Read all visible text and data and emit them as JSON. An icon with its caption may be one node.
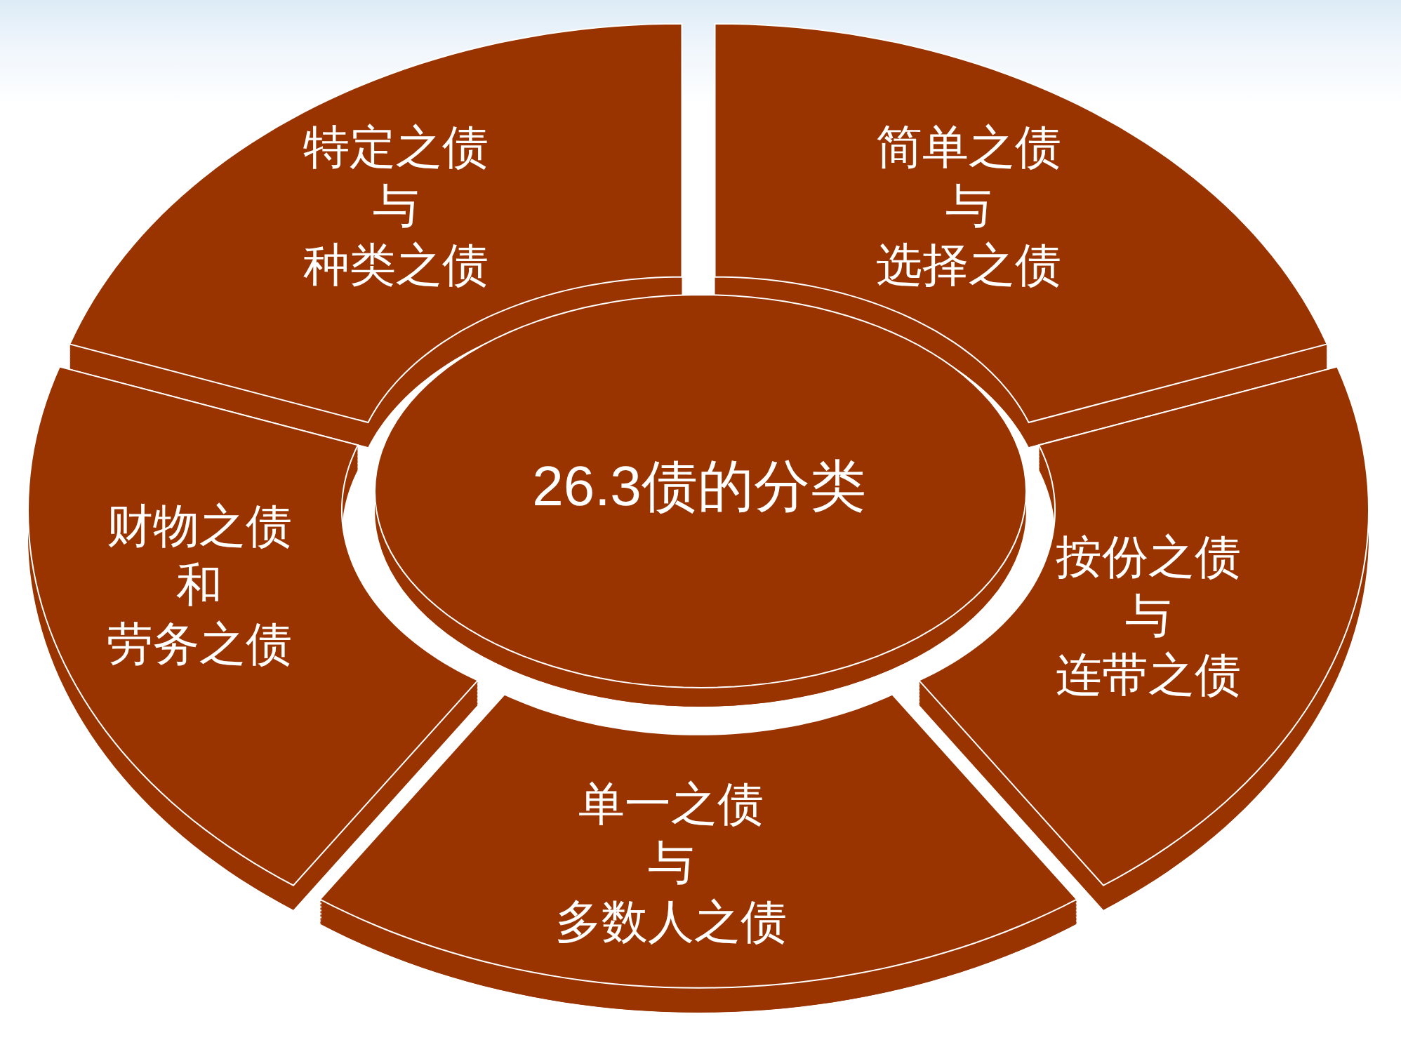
{
  "diagram": {
    "nodes": [
      {
        "text": [
          "特定之债",
          "与",
          "种类之债"
        ]
      },
      {
        "text": [
          "简单之债",
          "与",
          "选择之债"
        ]
      },
      {
        "text": [
          "26.3债的分类"
        ]
      },
      {
        "text": [
          "财物之债",
          "和",
          "劳务之债"
        ]
      },
      {
        "text": [
          "按份之债",
          "与",
          "连带之债"
        ]
      },
      {
        "text": [
          "单一之债",
          "与",
          "多数人之债"
        ]
      }
    ]
  }
}
